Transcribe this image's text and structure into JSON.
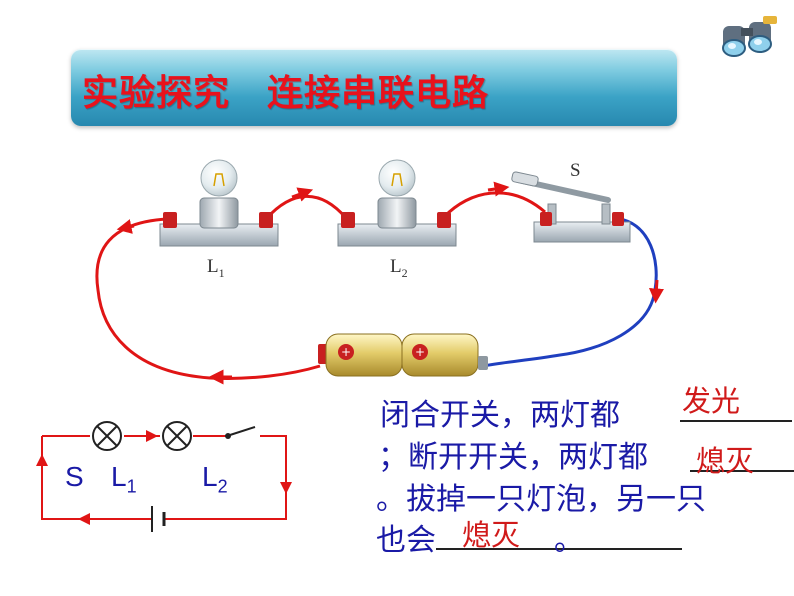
{
  "title": "实验探究　连接串联电路",
  "icons": {
    "corner": "binoculars-icon"
  },
  "photo_labels": {
    "switch": "S",
    "lamp1": "L",
    "lamp1_sub": "1",
    "lamp2": "L",
    "lamp2_sub": "2"
  },
  "schematic": {
    "switch": "S",
    "lamp1": "L",
    "lamp1_sub": "1",
    "lamp2": "L",
    "lamp2_sub": "2"
  },
  "question": {
    "line1": "闭合开关，两灯都",
    "line2": "；断开开关，两灯都",
    "line3": "。拔掉一只灯泡，另一只",
    "line4_prefix": "也会",
    "line4_suffix": "。",
    "answer1": "发光",
    "answer2": "熄灭",
    "answer3": "熄灭"
  },
  "colors": {
    "title": "#e8121c",
    "question_text": "#1a1aa6",
    "answer": "#d01a1a",
    "wire_red": "#e01515",
    "wire_blue": "#1f3fbf"
  }
}
